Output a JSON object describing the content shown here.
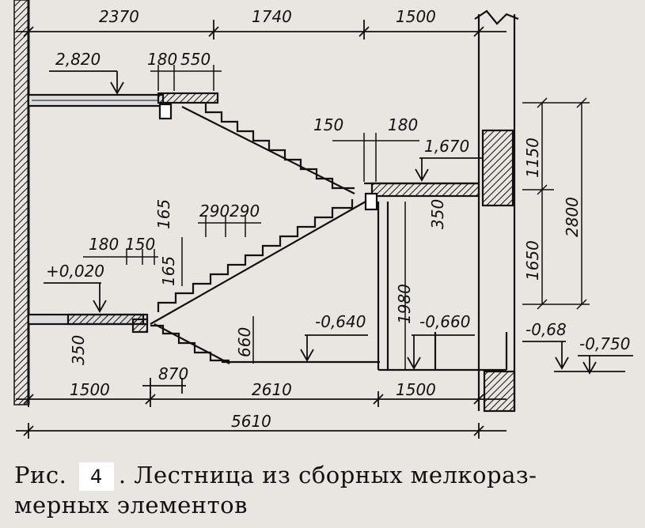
{
  "dims_top": {
    "d1": "2370",
    "d2": "1740",
    "d3": "1500"
  },
  "elevations": {
    "e_top": "2,820",
    "e_mid": "1,670",
    "e_low": "+0,020",
    "e_m064": "-0,640",
    "e_m066": "-0,660",
    "e_m068": "-0,68",
    "e_m075": "-0,750"
  },
  "small_dims": {
    "a180": "180",
    "a550": "550",
    "b150": "150",
    "b180": "180",
    "s165a": "165",
    "s290a": "290",
    "s290b": "290",
    "s165b": "165",
    "c180": "180",
    "c150": "150",
    "v350a": "350",
    "v350b": "350",
    "v660": "660",
    "v1980": "1980",
    "v1150": "1150",
    "v1650": "1650",
    "v2800": "2800"
  },
  "dims_bottom": {
    "d870": "870",
    "d1500a": "1500",
    "d2610": "2610",
    "d1500b": "1500",
    "d5610": "5610"
  },
  "caption": {
    "prefix": "Рис.",
    "number": "4",
    "text": ". Лестница из сборных мелкораз-",
    "line2": "мерных элементов"
  }
}
